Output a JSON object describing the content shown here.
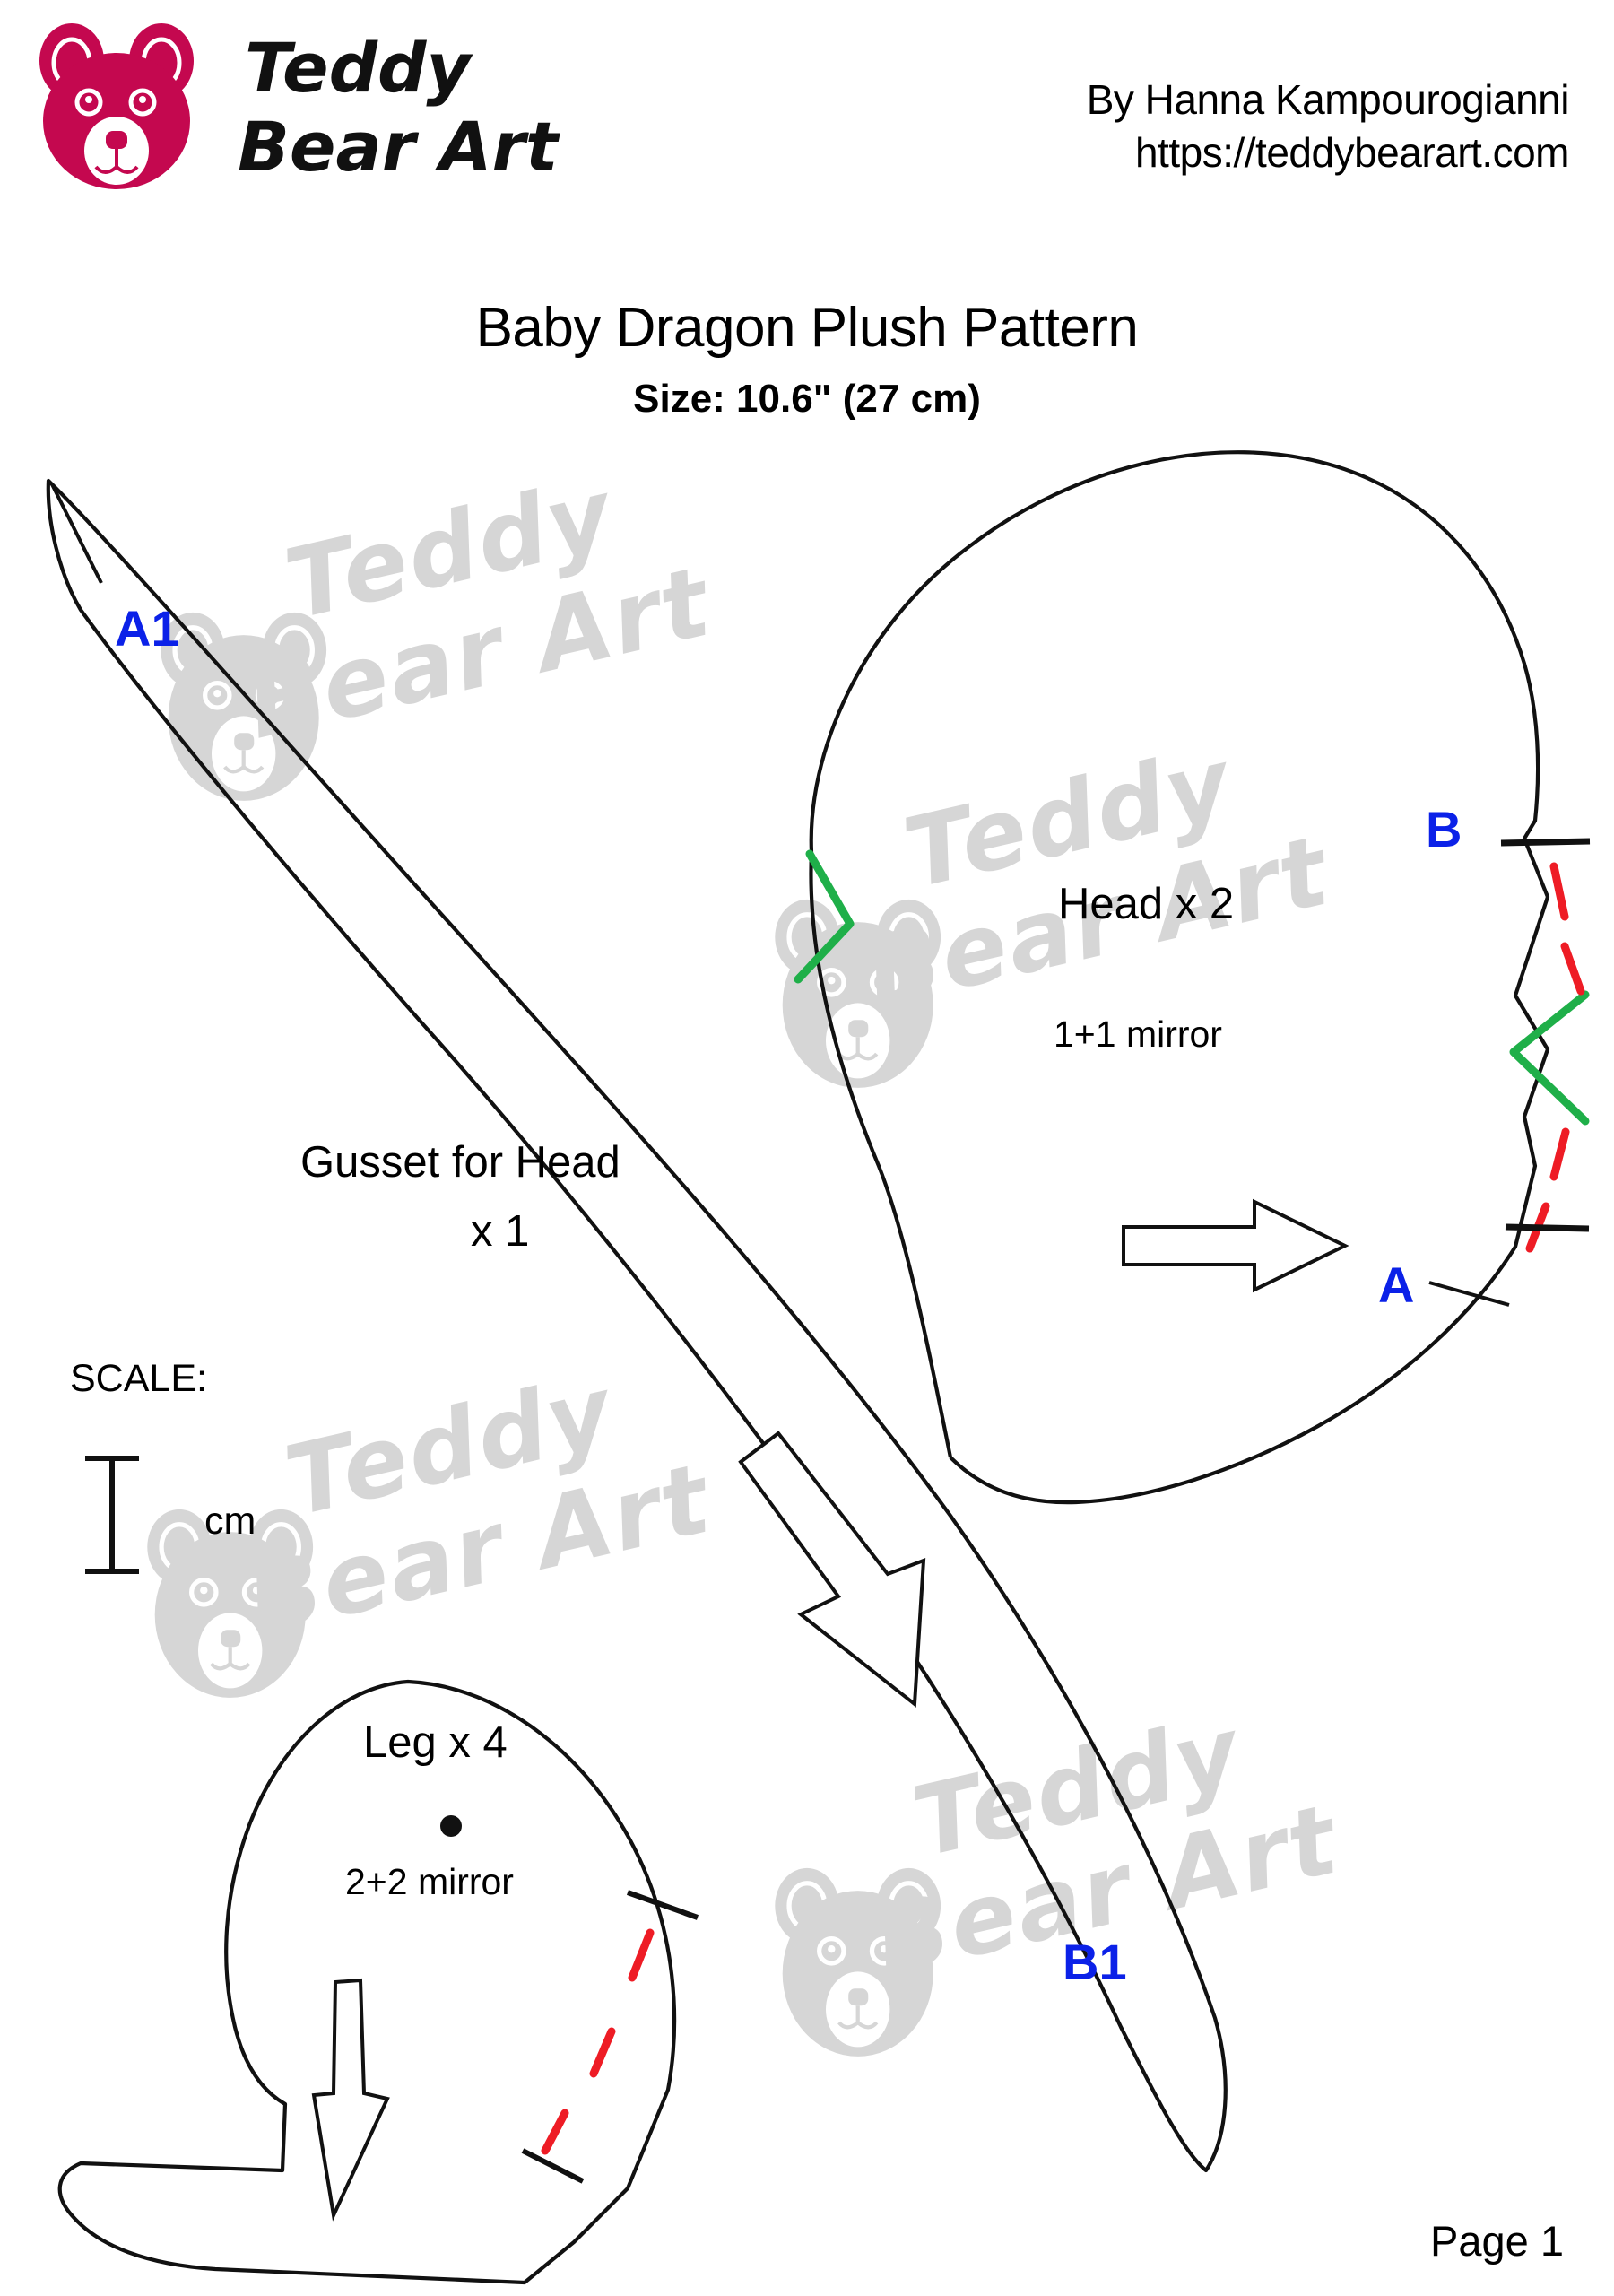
{
  "header": {
    "logo_icon": "teddy-bear-face-logo",
    "logo_color": "#C4084F",
    "wordmark_line1": "Teddy",
    "wordmark_line2": "Bear Art",
    "author": "By Hanna Kampourogianni",
    "website": "https://teddybearart.com"
  },
  "title": {
    "name": "Baby Dragon Plush Pattern",
    "size": "Size: 10.6\" (27 cm)"
  },
  "scale": {
    "title": "SCALE:",
    "unit": "cm",
    "icon": "vertical-ruler-ibeam-icon"
  },
  "pieces": [
    {
      "id": "gusset-for-head",
      "label_line1": "Gusset for Head",
      "label_line2": "x 1",
      "codes": [
        "A1",
        "B1"
      ],
      "grainline_icon": "diagonal-arrow-icon",
      "notch_icon": "green-zigzag-notch-icon"
    },
    {
      "id": "head",
      "label": "Head x 2",
      "sub": "1+1 mirror",
      "codes": [
        "A",
        "B"
      ],
      "grainline_icon": "right-arrow-icon",
      "notch_icon": "green-zigzag-notch-icon",
      "seam_icon": "red-dashed-seam-icon"
    },
    {
      "id": "leg",
      "label": "Leg x 4",
      "sub": "2+2 mirror",
      "marker_icon": "black-dot-marker-icon",
      "grainline_icon": "down-arrow-icon",
      "seam_icon": "red-dashed-seam-icon"
    }
  ],
  "codes": {
    "a1": "A1",
    "b1": "B1",
    "a": "A",
    "b": "B"
  },
  "footer": {
    "page": "Page 1"
  },
  "watermark": {
    "line1": "Teddy",
    "line2": "Bear Art",
    "color": "#D6D6D6"
  },
  "colors": {
    "outline": "#111111",
    "seam_red": "#EE1C25",
    "notch_green": "#1FAF49",
    "code_blue": "#0B21E8",
    "brand_pink": "#C4084F"
  }
}
